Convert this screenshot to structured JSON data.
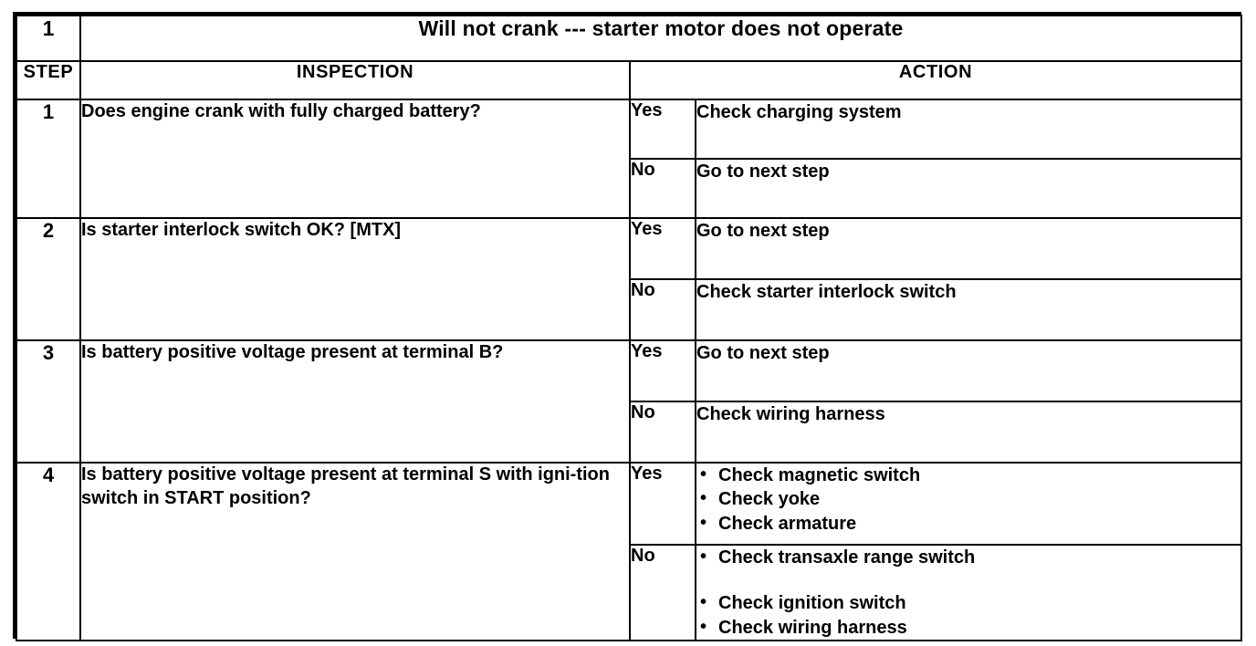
{
  "chart": {
    "number": "1",
    "title": "Will not crank --- starter motor does not operate",
    "headers": {
      "step": "STEP",
      "inspection": "INSPECTION",
      "action": "ACTION"
    },
    "answer_labels": {
      "yes": "Yes",
      "no": "No"
    },
    "steps": [
      {
        "number": "1",
        "inspection": "Does engine crank with fully charged battery?",
        "yes_action": "Check charging system",
        "no_action": "Go to next step"
      },
      {
        "number": "2",
        "inspection": "Is starter interlock switch OK? [MTX]",
        "yes_action": "Go to next step",
        "no_action": "Check starter interlock switch"
      },
      {
        "number": "3",
        "inspection": "Is battery positive voltage present at terminal B?",
        "yes_action": "Go to next step",
        "no_action": "Check wiring harness"
      },
      {
        "number": "4",
        "inspection": "Is battery positive voltage present at terminal S with igni-tion switch in START position?",
        "yes_bullets": [
          "Check magnetic switch",
          "Check yoke",
          "Check armature"
        ],
        "no_bullets": [
          "Check transaxle range switch",
          "Check ignition switch",
          "Check wiring harness"
        ]
      }
    ]
  }
}
